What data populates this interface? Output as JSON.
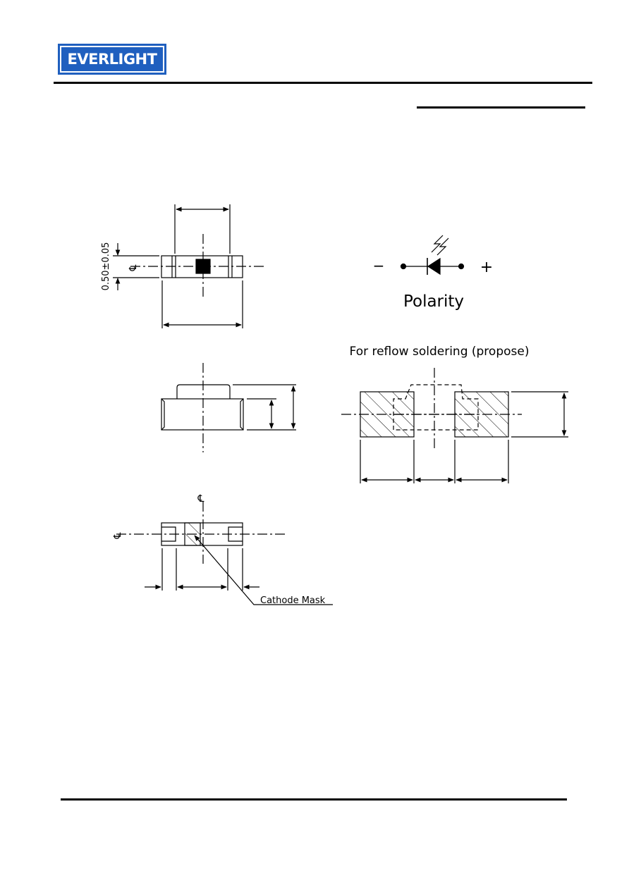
{
  "header": {
    "brand": "EVERLIGHT",
    "brand_color": "#1f5fbf"
  },
  "drawing": {
    "dimension_height": "0.50±0.05",
    "centerline_symbol": "℄",
    "polarity_label": "Polarity",
    "polarity_minus": "−",
    "polarity_plus": "+",
    "reflow_title": "For reflow soldering (propose)",
    "cathode_mask_label": "Cathode Mask"
  }
}
